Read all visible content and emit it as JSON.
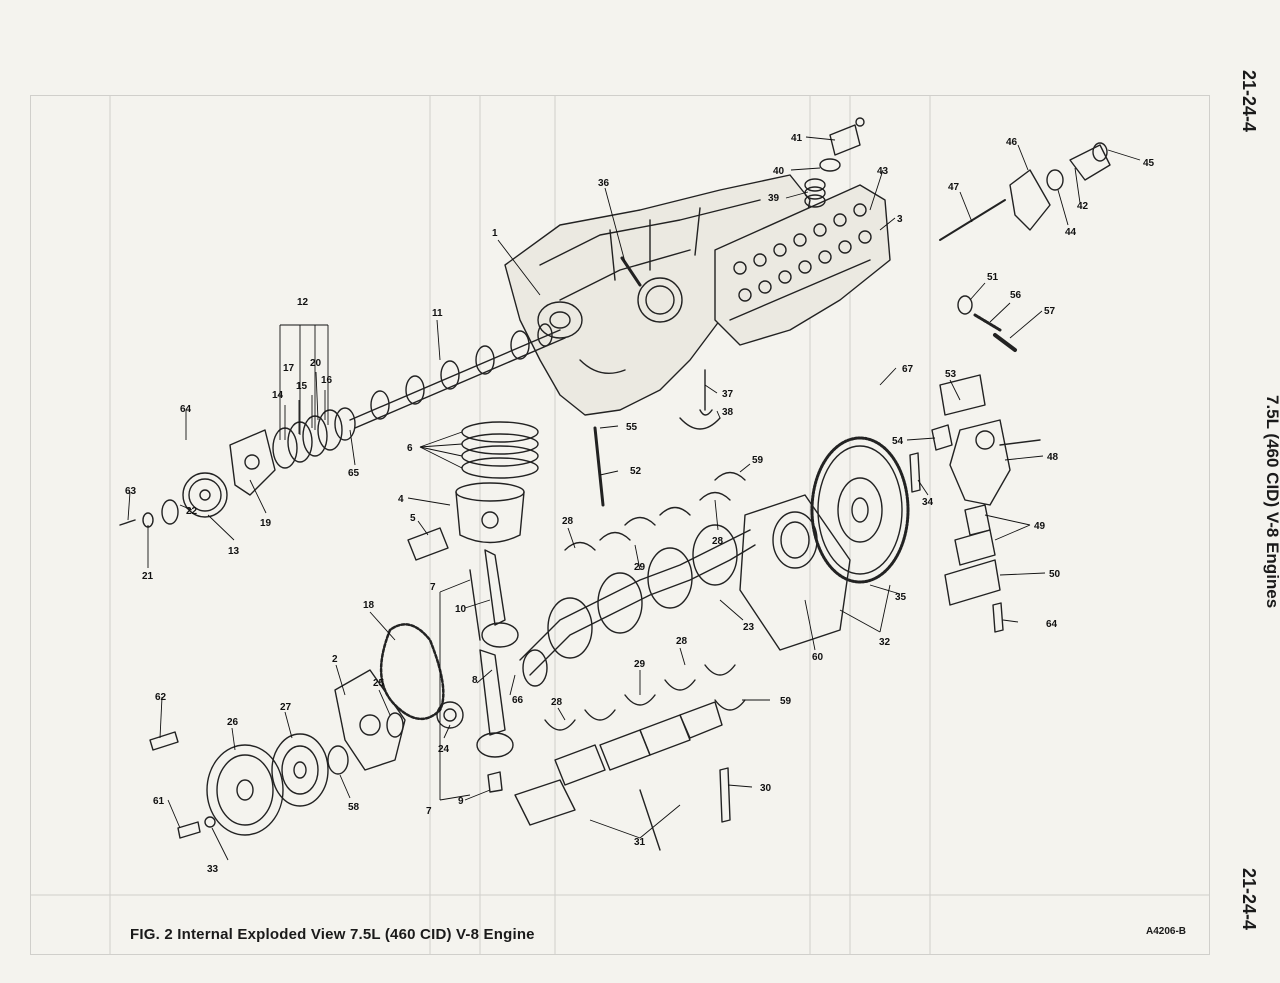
{
  "caption": "FIG. 2 Internal Exploded View 7.5L (460 CID) V-8 Engine",
  "figure_id": "A4206-B",
  "side_labels": {
    "top": "21-24-4",
    "middle": "7.5L (460 CID) V-8 Engines",
    "bottom": "21-24-4"
  },
  "callouts": [
    {
      "n": "1"
    },
    {
      "n": "2"
    },
    {
      "n": "3"
    },
    {
      "n": "4"
    },
    {
      "n": "5"
    },
    {
      "n": "6"
    },
    {
      "n": "7"
    },
    {
      "n": "7"
    },
    {
      "n": "8"
    },
    {
      "n": "9"
    },
    {
      "n": "10"
    },
    {
      "n": "11"
    },
    {
      "n": "12"
    },
    {
      "n": "13"
    },
    {
      "n": "14"
    },
    {
      "n": "15"
    },
    {
      "n": "16"
    },
    {
      "n": "17"
    },
    {
      "n": "18"
    },
    {
      "n": "19"
    },
    {
      "n": "20"
    },
    {
      "n": "21"
    },
    {
      "n": "22"
    },
    {
      "n": "23"
    },
    {
      "n": "24"
    },
    {
      "n": "25"
    },
    {
      "n": "26"
    },
    {
      "n": "27"
    },
    {
      "n": "28"
    },
    {
      "n": "28"
    },
    {
      "n": "28"
    },
    {
      "n": "28"
    },
    {
      "n": "29"
    },
    {
      "n": "29"
    },
    {
      "n": "30"
    },
    {
      "n": "31"
    },
    {
      "n": "32"
    },
    {
      "n": "33"
    },
    {
      "n": "34"
    },
    {
      "n": "35"
    },
    {
      "n": "36"
    },
    {
      "n": "37"
    },
    {
      "n": "38"
    },
    {
      "n": "39"
    },
    {
      "n": "40"
    },
    {
      "n": "41"
    },
    {
      "n": "42"
    },
    {
      "n": "43"
    },
    {
      "n": "44"
    },
    {
      "n": "45"
    },
    {
      "n": "46"
    },
    {
      "n": "47"
    },
    {
      "n": "48"
    },
    {
      "n": "49"
    },
    {
      "n": "50"
    },
    {
      "n": "51"
    },
    {
      "n": "52"
    },
    {
      "n": "53"
    },
    {
      "n": "54"
    },
    {
      "n": "55"
    },
    {
      "n": "56"
    },
    {
      "n": "57"
    },
    {
      "n": "58"
    },
    {
      "n": "59"
    },
    {
      "n": "59"
    },
    {
      "n": "60"
    },
    {
      "n": "61"
    },
    {
      "n": "62"
    },
    {
      "n": "63"
    },
    {
      "n": "64"
    },
    {
      "n": "64"
    },
    {
      "n": "65"
    },
    {
      "n": "66"
    },
    {
      "n": "67"
    }
  ]
}
